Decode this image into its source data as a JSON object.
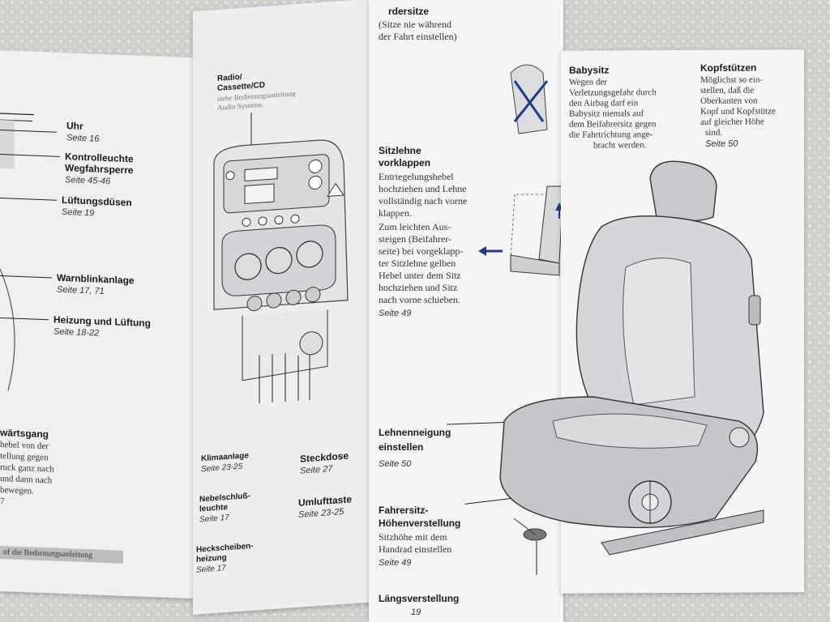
{
  "left_panel": {
    "uhr": {
      "label": "Uhr",
      "page": "Seite 16"
    },
    "kontrollleuchte": {
      "label1": "Kontrolleuchte",
      "label2": "Wegfahrsperre",
      "page": "Seite 45-46"
    },
    "lueftungsduesen": {
      "label": "Lüftungsdüsen",
      "page": "Seite 19"
    },
    "warnblink": {
      "label": "Warnblinkanlage",
      "page": "Seite 17, 71"
    },
    "heizung": {
      "label": "Heizung und Lüftung",
      "page": "Seite 18-22"
    },
    "rueckwaertsgang": {
      "title": "wärtsgang",
      "lines": [
        "hebel von der",
        "tellung gegen",
        "ruck ganz nach",
        "und dann nach",
        "bewegen."
      ],
      "page": "7"
    },
    "footer": "uf die Bedienungsanleitung"
  },
  "middle_panel": {
    "radio": {
      "label1": "Radio/",
      "label2": "Cassette/CD",
      "note1": "siehe Bedienungsanleitung",
      "note2": "Audio Systeme."
    },
    "klimaanlage": {
      "label": "Klimaanlage",
      "page": "Seite 23-25"
    },
    "nebelschluss": {
      "label1": "Nebelschluß-",
      "label2": "leuchte",
      "page": "Seite 17"
    },
    "heckscheiben": {
      "label1": "Heckscheiben-",
      "label2": "heizung",
      "page": "Seite 17"
    },
    "steckdose": {
      "label": "Steckdose",
      "page": "Seite 27"
    },
    "umluft": {
      "label": "Umlufttaste",
      "page": "Seite 23-25"
    }
  },
  "center_panel": {
    "vordersitze": {
      "title": "rdersitze",
      "lines": [
        "(Sitze nie während",
        "der Fahrt einstellen)"
      ]
    },
    "sitzlehne": {
      "title1": "Sitzlehne",
      "title2": "vorklappen",
      "lines": [
        "Entriegelungshebel",
        "hochziehen und Lehne",
        "vollständig nach vorne",
        "klappen.",
        "Zum leichten Aus-",
        "steigen (Beifahrer-",
        "seite) bei vorgeklapp-",
        "ter Sitzlehne gelben",
        "Hebel unter dem Sitz",
        "hochziehen und Sitz",
        "nach vorne schieben."
      ],
      "page": "Seite 49"
    },
    "lehnenneigung": {
      "title1": "Lehnenneigung",
      "title2": "einstellen",
      "page": "Seite 50"
    },
    "hoehen": {
      "title1": "Fahrersitz-",
      "title2": "Höhenverstellung",
      "lines": [
        "Sitzhöhe mit dem",
        "Handrad einstellen"
      ],
      "page": "Seite 49"
    },
    "laengs": {
      "title": "Längsverstellung",
      "page": "19"
    }
  },
  "right_panel": {
    "babysitz": {
      "title": "Babysitz",
      "lines": [
        "Wegen der",
        "Verletzungsgefahr durch",
        "den Airbag darf ein",
        "Babysitz niemals auf",
        "dem Beifahrersitz gegen",
        "die Fahrtrichtung ange-",
        "bracht werden."
      ]
    },
    "kopfstuetzen": {
      "title": "Kopfstützen",
      "lines": [
        "Möglichst so ein-",
        "stellen, daß die",
        "Oberkanten von",
        "Kopf und Kopfstütze",
        "auf gleicher Höhe",
        "sind."
      ],
      "page": "Seite 50"
    }
  },
  "colors": {
    "paper": "#f4f4f5",
    "arrow_blue": "#1f3a8a",
    "text": "#1a1a1a"
  }
}
